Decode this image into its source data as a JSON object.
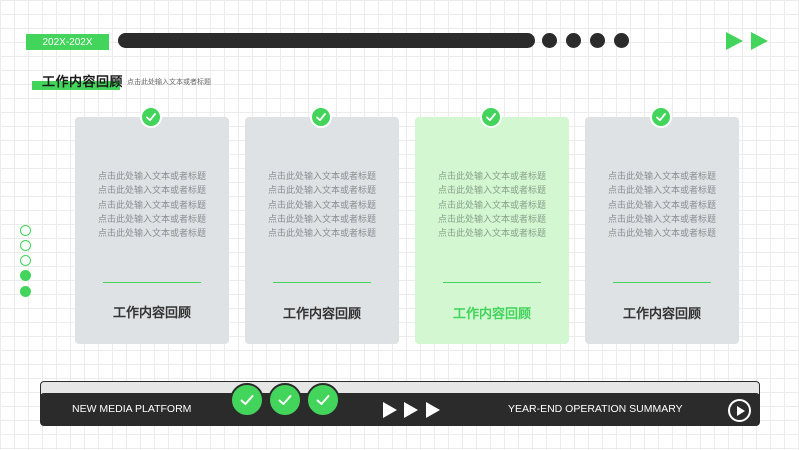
{
  "header": {
    "date_range": "202X-202X",
    "section_title": "工作内容回顾",
    "section_subtitle": "点击此处输入文本或者标题"
  },
  "cards": [
    {
      "body": "点击此处输入文本或者标题 点击此处输入文本或者标题 点击此处输入文本或者标题 点击此处输入文本或者标题点击此处输入文本或者标题",
      "title": "工作内容回顾",
      "highlighted": false
    },
    {
      "body": "点击此处输入文本或者标题 点击此处输入文本或者标题 点击此处输入文本或者标题 点击此处输入文本或者标题点击此处输入文本或者标题",
      "title": "工作内容回顾",
      "highlighted": false
    },
    {
      "body": "点击此处输入文本或者标题 点击此处输入文本或者标题 点击此处输入文本或者标题 点击此处输入文本或者标题点击此处输入文本或者标题",
      "title": "工作内容回顾",
      "highlighted": true
    },
    {
      "body": "点击此处输入文本或者标题 点击此处输入文本或者标题 点击此处输入文本或者标题 点击此处输入文本或者标题点击此处输入文本或者标题",
      "title": "工作内容回顾",
      "highlighted": false
    }
  ],
  "footer": {
    "left_text": "NEW MEDIA PLATFORM",
    "right_text": "YEAR-END OPERATION SUMMARY"
  },
  "icons": {
    "check": "check-icon",
    "play": "play-icon",
    "arrow": "triangle-arrow-icon"
  },
  "colors": {
    "accent": "#43d45b",
    "dark": "#2b2b2b",
    "card": "#dfe2e5",
    "card_highlight": "#d2f7d1"
  }
}
